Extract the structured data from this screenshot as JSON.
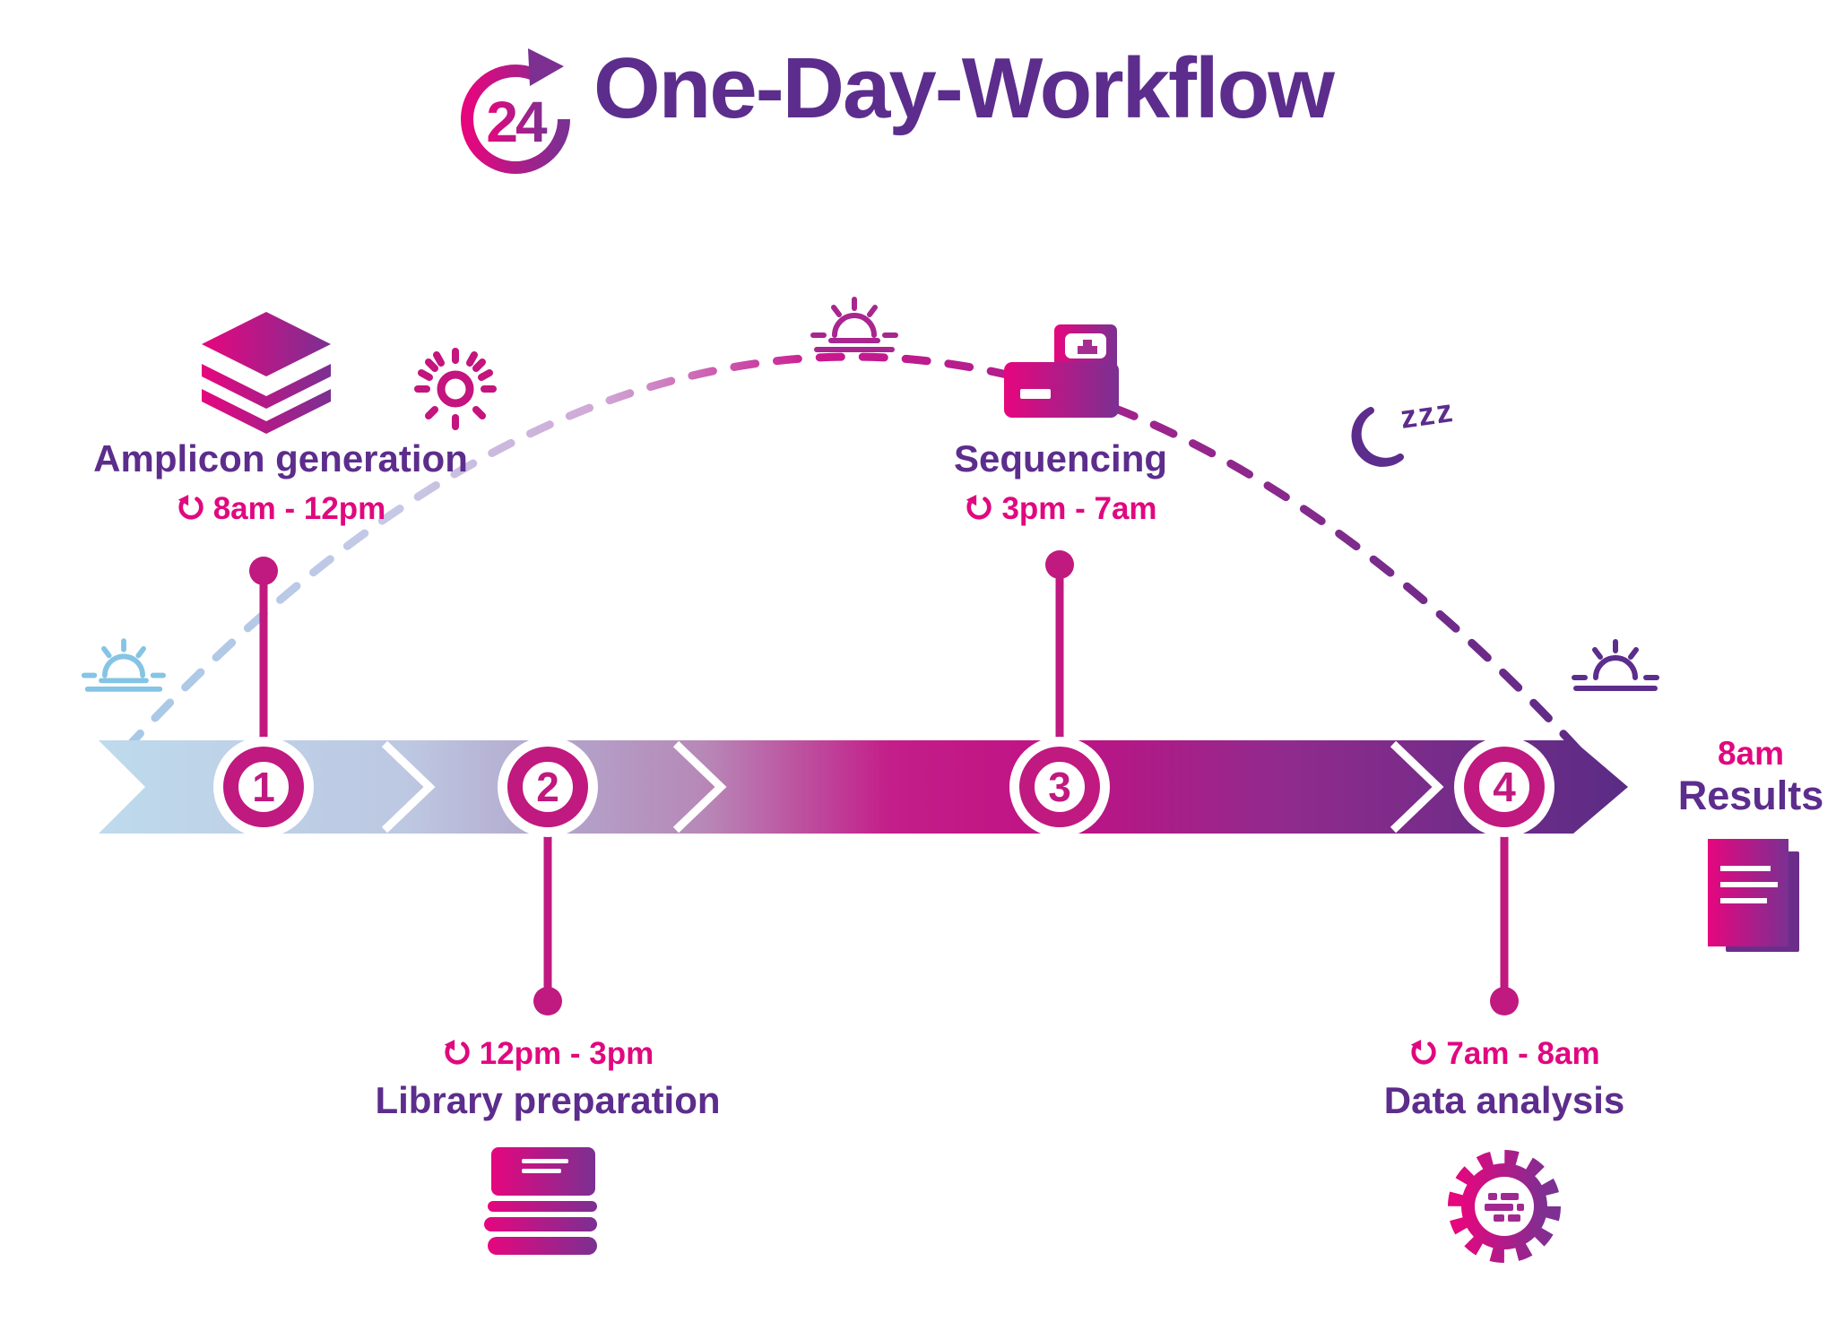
{
  "header": {
    "badge": "24",
    "title": "One-Day-Workflow"
  },
  "steps": [
    {
      "number": "1",
      "title": "Amplicon generation",
      "time": "8am - 12pm"
    },
    {
      "number": "2",
      "title": "Library preparation",
      "time": "12pm - 3pm"
    },
    {
      "number": "3",
      "title": "Sequencing",
      "time": "3pm - 7am"
    },
    {
      "number": "4",
      "title": "Data analysis",
      "time": "7am - 8am"
    }
  ],
  "result": {
    "time": "8am",
    "label": "Results"
  },
  "night": {
    "zzz": "zzz"
  },
  "icons": {
    "badge": "24-hour-cycle ⟳",
    "duration": "↺",
    "step1": "layers ◆",
    "step2": "book-stack 🕮",
    "step3": "sequencer-instrument",
    "step4": "gear ⚙",
    "result": "report-document 🗎",
    "early_morning": "sunrise ☀",
    "mid_morning": "sun ☼",
    "noon": "sunrise ☀",
    "night": "moon ☾",
    "next_morning": "sunrise ☀"
  },
  "colors": {
    "magenta_text": "#e0087f",
    "marker_ring": "#c0197f",
    "purple_text": "#5c2d8c",
    "morning_blue": "#85c4e4",
    "icon_gradient_start": "#e6067e",
    "icon_gradient_end": "#7b3092"
  }
}
